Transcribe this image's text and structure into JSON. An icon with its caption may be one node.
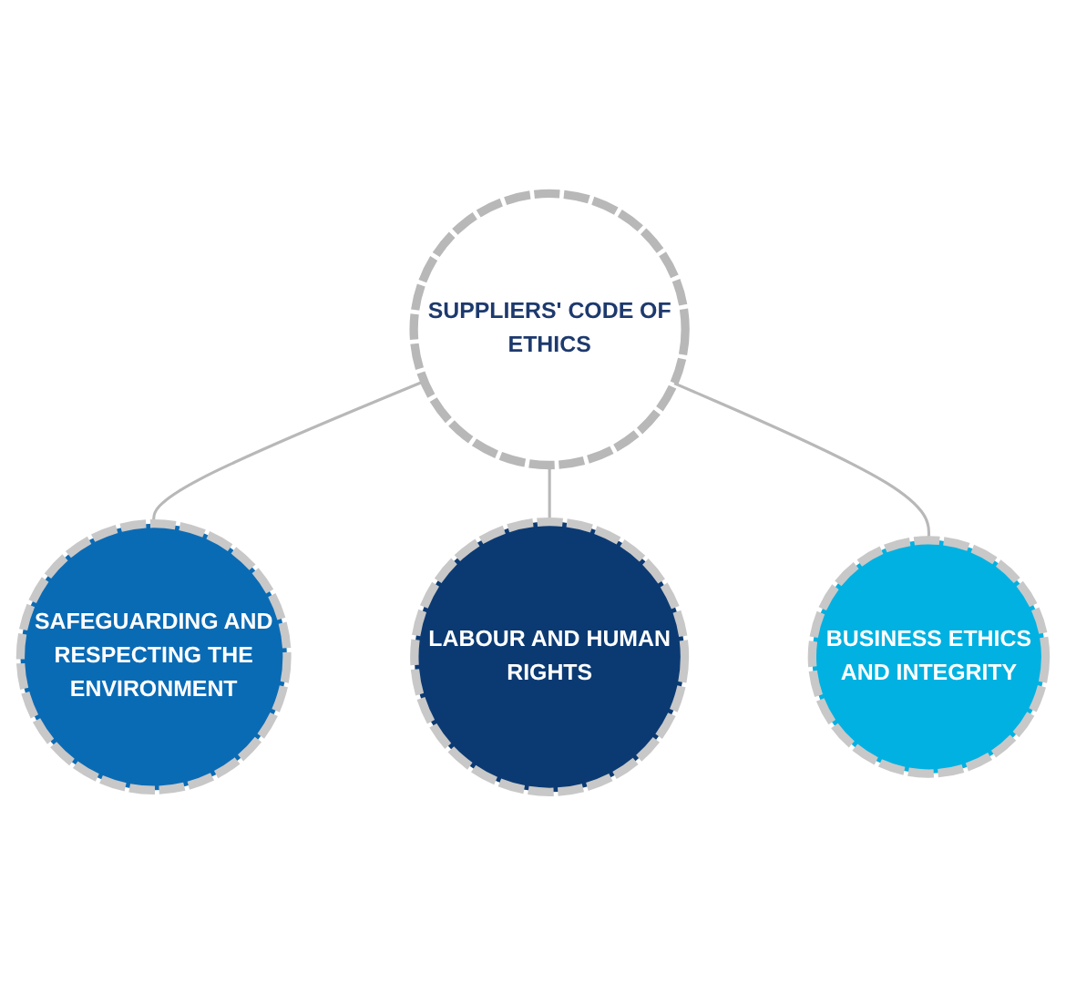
{
  "diagram": {
    "nodes": [
      {
        "text": [
          "SAFEGUARDING AND RESPECTING THE ENVIRONMENT"
        ]
      },
      {
        "text": [
          "SUPPLIERS' CODE OF ETHICS"
        ]
      },
      {
        "text": [
          "LABOUR AND HUMAN RIGHTS"
        ]
      },
      {
        "text": [
          "BUSINESS ETHICS AND INTEGRITY"
        ]
      }
    ],
    "edges": [
      {
        "from": 1,
        "to": 0,
        "arrow": "none"
      },
      {
        "from": 1,
        "to": 2,
        "arrow": "none"
      },
      {
        "from": 1,
        "to": 3,
        "arrow": "none"
      }
    ]
  }
}
